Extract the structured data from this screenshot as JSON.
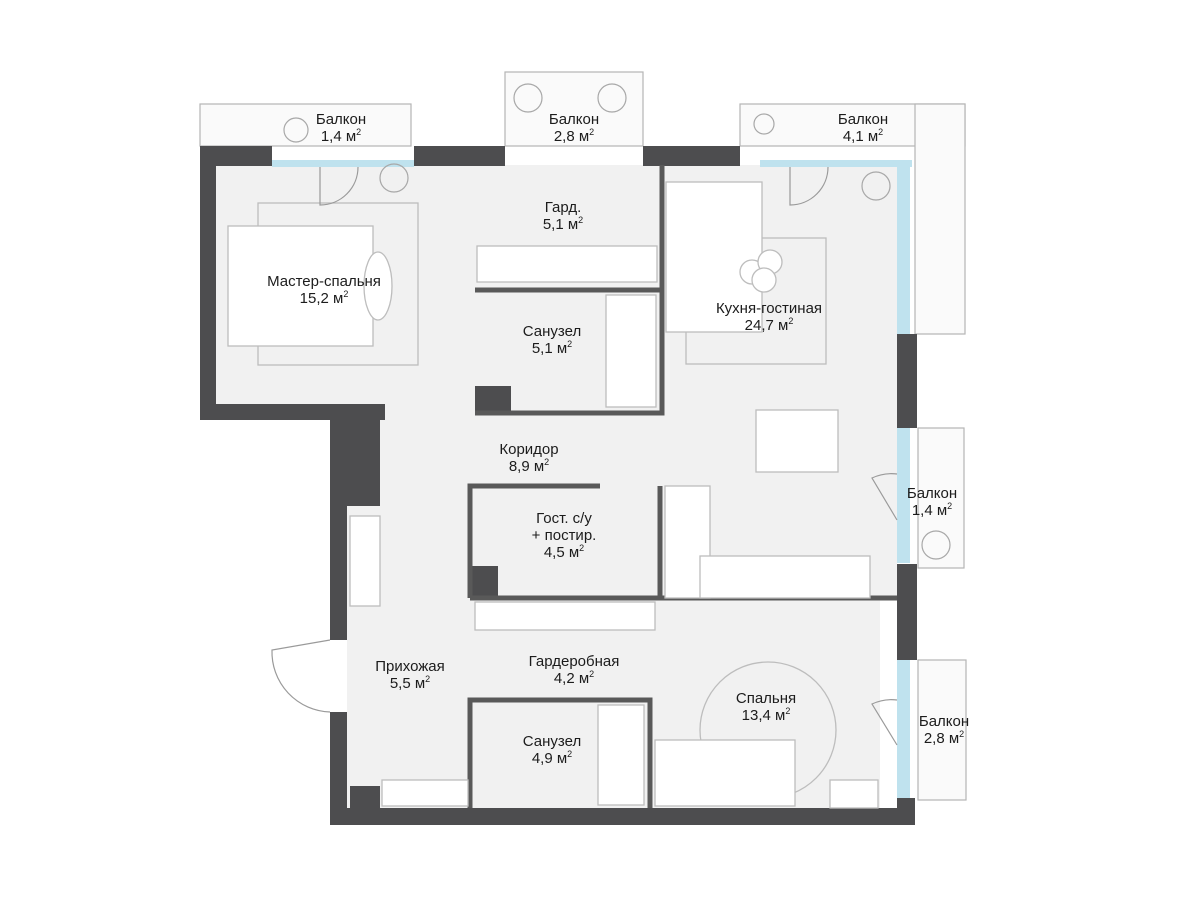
{
  "unit": "м",
  "unit_power": "2",
  "colors": {
    "wall": "#4d4d4f",
    "floor": "#f1f1f1",
    "glass": "#bfe2ee",
    "line": "#9a9a9a",
    "furniture": "#d2d2d2"
  },
  "rooms": [
    {
      "id": "balcony-1",
      "name": "Балкон",
      "area": "1,4"
    },
    {
      "id": "balcony-2",
      "name": "Балкон",
      "area": "2,8"
    },
    {
      "id": "balcony-3",
      "name": "Балкон",
      "area": "4,1"
    },
    {
      "id": "wardrobe-top",
      "name": "Гард.",
      "area": "5,1"
    },
    {
      "id": "master-bedroom",
      "name": "Мастер-спальня",
      "area": "15,2"
    },
    {
      "id": "bathroom-top",
      "name": "Санузел",
      "area": "5,1"
    },
    {
      "id": "kitchen-living",
      "name": "Кухня-гостиная",
      "area": "24,7"
    },
    {
      "id": "corridor",
      "name": "Коридор",
      "area": "8,9"
    },
    {
      "id": "guest-wc",
      "name": "Гост. с/у",
      "name2": "+ постир.",
      "area": "4,5"
    },
    {
      "id": "balcony-4",
      "name": "Балкон",
      "area": "1,4"
    },
    {
      "id": "hallway",
      "name": "Прихожая",
      "area": "5,5"
    },
    {
      "id": "walk-in-closet",
      "name": "Гардеробная",
      "area": "4,2"
    },
    {
      "id": "bedroom",
      "name": "Спальня",
      "area": "13,4"
    },
    {
      "id": "bathroom-bottom",
      "name": "Санузел",
      "area": "4,9"
    },
    {
      "id": "balcony-5",
      "name": "Балкон",
      "area": "2,8"
    }
  ]
}
